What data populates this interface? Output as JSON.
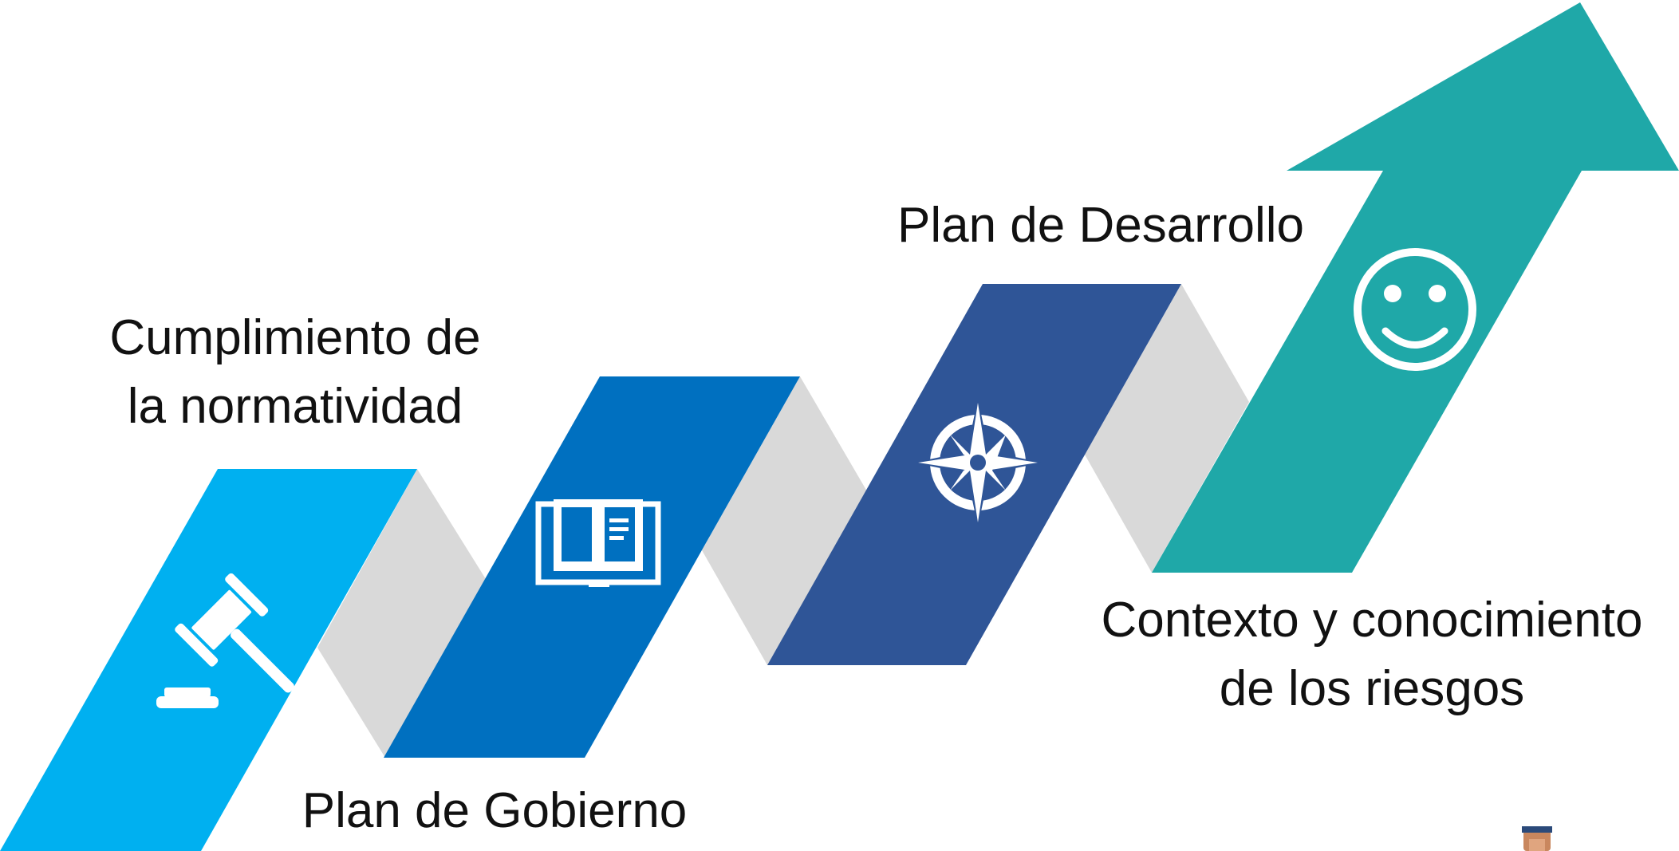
{
  "steps": [
    {
      "label_lines": [
        "Cumplimiento de",
        "la normatividad"
      ],
      "icon": "gavel-icon",
      "color": "#00B0F0"
    },
    {
      "label_lines": [
        "Plan de Gobierno"
      ],
      "icon": "open-book-icon",
      "color": "#0070C0"
    },
    {
      "label_lines": [
        "Plan de Desarrollo"
      ],
      "icon": "compass-rose-icon",
      "color": "#2F5597"
    },
    {
      "label_lines": [
        "Contexto y conocimiento",
        "de los riesgos"
      ],
      "icon": "smiley-face-icon",
      "color": "#1FA8A8"
    }
  ],
  "connector_color": "#D9D9D9",
  "corner_figure": "person-figure-icon"
}
